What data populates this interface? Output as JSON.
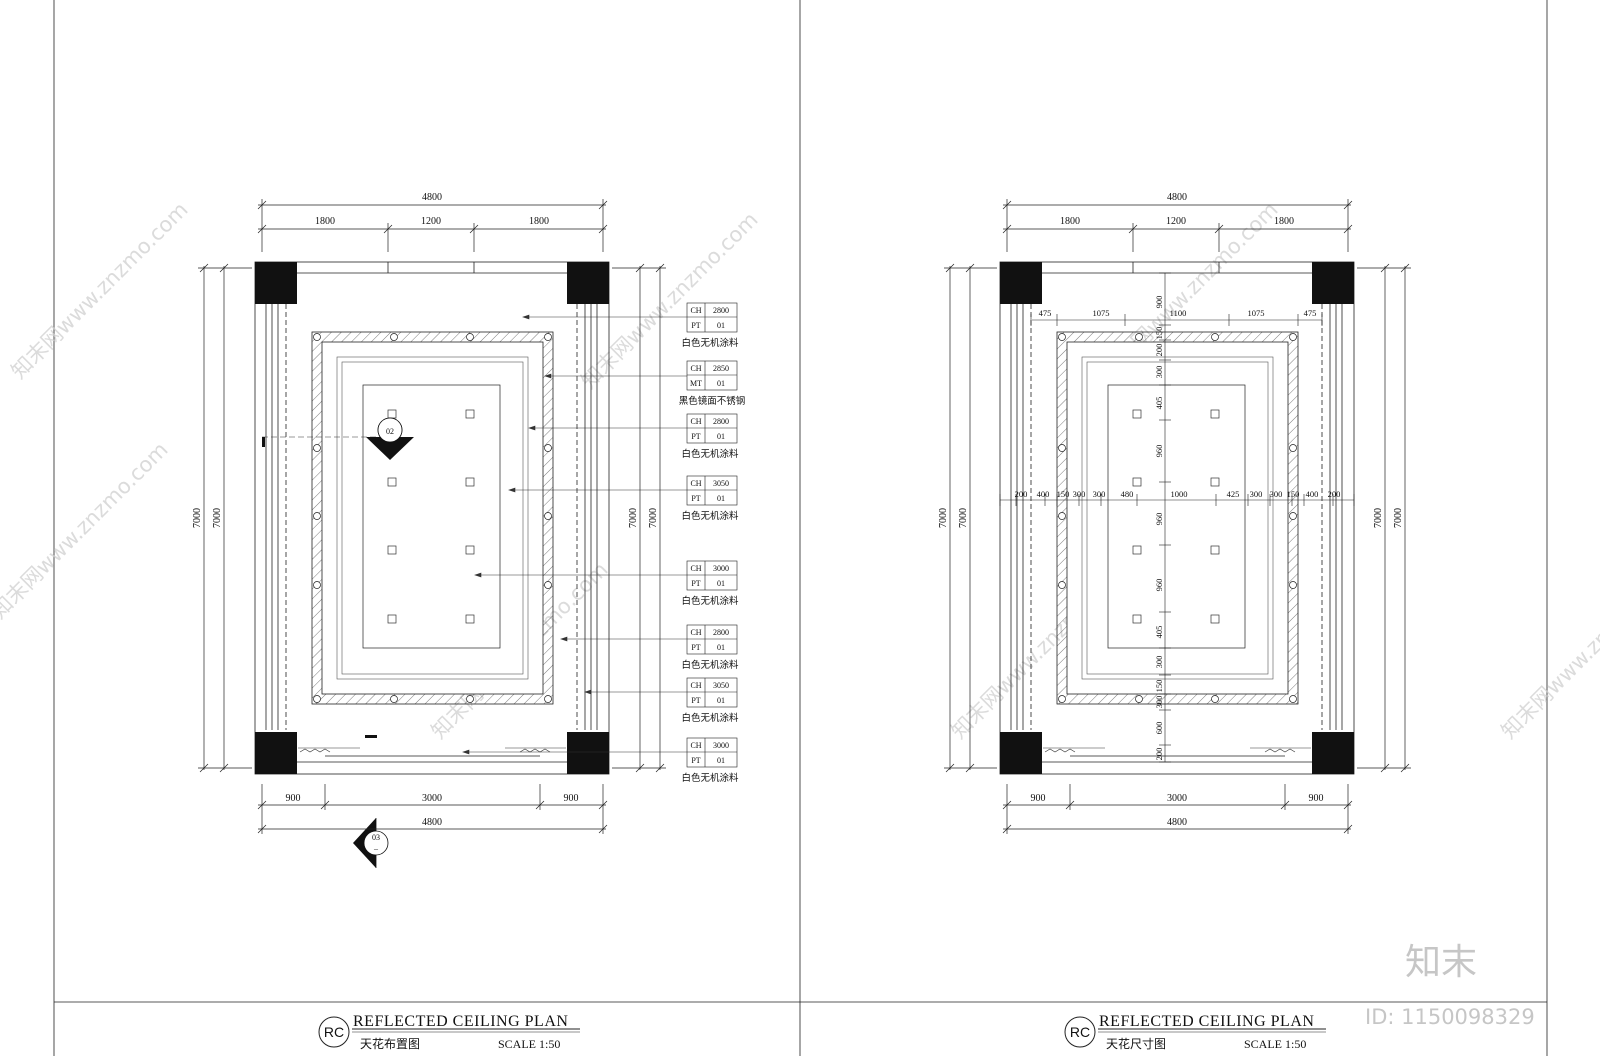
{
  "sheets": [
    {
      "id": "left",
      "title": "REFLECTED CEILING PLAN",
      "subtitle": "天花布置图",
      "badge": "RC",
      "scale": "SCALE 1:50",
      "top_dims": {
        "total": "4800",
        "parts": [
          "1800",
          "1200",
          "1800"
        ]
      },
      "bottom_dims": {
        "total": "4800",
        "parts": [
          "900",
          "3000",
          "900"
        ]
      },
      "side_dims": {
        "left": [
          "7000",
          "7000"
        ],
        "right": [
          "7000",
          "7000"
        ]
      },
      "section_marks": [
        {
          "num": "02",
          "sub": "–"
        },
        {
          "num": "03",
          "sub": "–"
        }
      ],
      "callouts": [
        {
          "k1": "CH",
          "v1": "2800",
          "k2": "PT",
          "v2": "01",
          "note": "白色无机涂料"
        },
        {
          "k1": "CH",
          "v1": "2850",
          "k2": "MT",
          "v2": "01",
          "note": "黑色镜面不锈钢"
        },
        {
          "k1": "CH",
          "v1": "2800",
          "k2": "PT",
          "v2": "01",
          "note": "白色无机涂料"
        },
        {
          "k1": "CH",
          "v1": "3050",
          "k2": "PT",
          "v2": "01",
          "note": "白色无机涂料"
        },
        {
          "k1": "CH",
          "v1": "3000",
          "k2": "PT",
          "v2": "01",
          "note": "白色无机涂料"
        },
        {
          "k1": "CH",
          "v1": "2800",
          "k2": "PT",
          "v2": "01",
          "note": "白色无机涂料"
        },
        {
          "k1": "CH",
          "v1": "3050",
          "k2": "PT",
          "v2": "01",
          "note": "白色无机涂料"
        },
        {
          "k1": "CH",
          "v1": "3000",
          "k2": "PT",
          "v2": "01",
          "note": "白色无机涂料"
        }
      ]
    },
    {
      "id": "right",
      "title": "REFLECTED CEILING PLAN",
      "subtitle": "天花尺寸图",
      "badge": "RC",
      "scale": "SCALE 1:50",
      "top_dims": {
        "total": "4800",
        "parts": [
          "1800",
          "1200",
          "1800"
        ]
      },
      "bottom_dims": {
        "total": "4800",
        "parts": [
          "900",
          "3000",
          "900"
        ]
      },
      "side_dims": {
        "left": [
          "7000",
          "7000"
        ],
        "right": [
          "7000",
          "7000"
        ]
      },
      "inner_top": [
        "475",
        "1075",
        "1100",
        "1075",
        "475"
      ],
      "horizontal_row": [
        "200",
        "400",
        "150",
        "300",
        "300",
        "480",
        "1000",
        "425",
        "300",
        "300",
        "150",
        "400",
        "200"
      ],
      "vertical_col": [
        "900",
        "150",
        "200",
        "300",
        "405",
        "960",
        "960",
        "960",
        "405",
        "300",
        "150",
        "300",
        "600",
        "200"
      ]
    }
  ],
  "watermark": "知末网www.znzmo.com",
  "brand": {
    "logo": "知末",
    "id": "ID: 1150098329"
  }
}
